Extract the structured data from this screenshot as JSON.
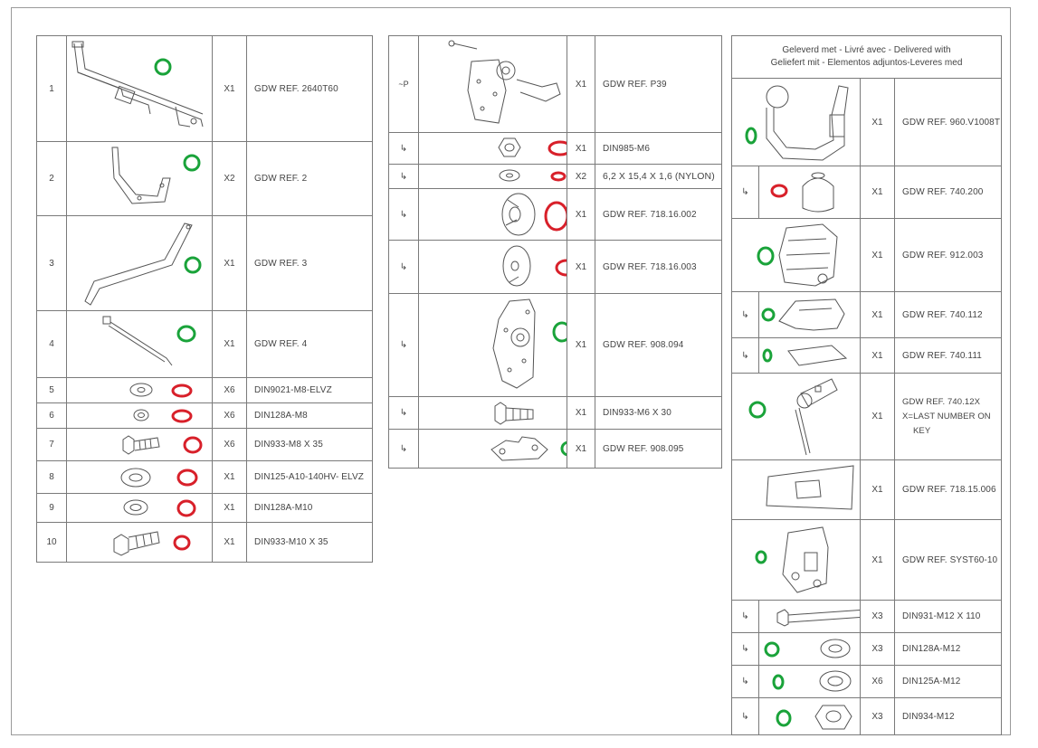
{
  "left_table": [
    {
      "num": "1",
      "qty": "X1",
      "ref": "GDW REF. 2640T60",
      "icon": "tow-bar-crossmember",
      "mark": "green"
    },
    {
      "num": "2",
      "qty": "X2",
      "ref": "GDW REF. 2",
      "icon": "mounting-bracket",
      "mark": "green"
    },
    {
      "num": "3",
      "qty": "X1",
      "ref": "GDW REF. 3",
      "icon": "side-arm-bracket",
      "mark": "green"
    },
    {
      "num": "4",
      "qty": "X1",
      "ref": "GDW REF. 4",
      "icon": "support-strut",
      "mark": "green"
    },
    {
      "num": "5",
      "qty": "X6",
      "ref": "DIN9021-M8-ELVZ",
      "icon": "flat-washer",
      "mark": "red"
    },
    {
      "num": "6",
      "qty": "X6",
      "ref": "DIN128A-M8",
      "icon": "spring-washer",
      "mark": "red"
    },
    {
      "num": "7",
      "qty": "X6",
      "ref": "DIN933-M8 X 35",
      "icon": "hex-bolt",
      "mark": "red"
    },
    {
      "num": "8",
      "qty": "X1",
      "ref": "DIN125-A10-140HV- ELVZ",
      "icon": "flat-washer",
      "mark": "red"
    },
    {
      "num": "9",
      "qty": "X1",
      "ref": "DIN128A-M10",
      "icon": "spring-washer",
      "mark": "red"
    },
    {
      "num": "10",
      "qty": "X1",
      "ref": "DIN933-M10 X 35",
      "icon": "hex-bolt",
      "mark": "red"
    }
  ],
  "middle_table": [
    {
      "num": "~P",
      "qty": "X1",
      "ref": "GDW REF. P39",
      "icon": "socket-plate-assembly",
      "mark": "none"
    },
    {
      "num": "↳",
      "qty": "X1",
      "ref": "DIN985-M6",
      "icon": "lock-nut",
      "mark": "red"
    },
    {
      "num": "↳",
      "qty": "X2",
      "ref": "6,2 X 15,4 X 1,6 (NYLON)",
      "icon": "nylon-washer",
      "mark": "red"
    },
    {
      "num": "↳",
      "qty": "X1",
      "ref": "GDW REF. 718.16.002",
      "icon": "round-cover-plate",
      "mark": "red"
    },
    {
      "num": "↳",
      "qty": "X1",
      "ref": "GDW REF. 718.16.003",
      "icon": "round-disc",
      "mark": "red"
    },
    {
      "num": "↳",
      "qty": "X1",
      "ref": "GDW REF. 908.094",
      "icon": "socket-mounting-plate",
      "mark": "green"
    },
    {
      "num": "↳",
      "qty": "X1",
      "ref": "DIN933-M6 X 30",
      "icon": "hex-bolt",
      "mark": "none"
    },
    {
      "num": "↳",
      "qty": "X1",
      "ref": "GDW REF. 908.095",
      "icon": "angle-bracket",
      "mark": "green"
    }
  ],
  "right_header": {
    "line1": "Geleverd met - Livré avec - Delivered with",
    "line2": "Geliefert mit - Elementos adjuntos-Leveres med"
  },
  "right_table": [
    {
      "num": "",
      "qty": "X1",
      "ref": "GDW REF. 960.V1008T",
      "icon": "tow-ball-neck",
      "mark": "green"
    },
    {
      "num": "↳",
      "qty": "X1",
      "ref": "GDW REF. 740.200",
      "icon": "ball-cap",
      "mark": "red"
    },
    {
      "num": "",
      "qty": "X1",
      "ref": "GDW REF. 912.003",
      "icon": "lock-mechanism",
      "mark": "green"
    },
    {
      "num": "↳",
      "qty": "X1",
      "ref": "GDW REF. 740.112",
      "icon": "lock-cover",
      "mark": "green"
    },
    {
      "num": "↳",
      "qty": "X1",
      "ref": "GDW REF. 740.111",
      "icon": "cover-plate",
      "mark": "green"
    },
    {
      "num": "",
      "qty": "X1",
      "ref": "GDW REF. 740.12X",
      "ref2": "X=LAST NUMBER ON",
      "ref3": "KEY",
      "icon": "key",
      "mark": "green"
    },
    {
      "num": "",
      "qty": "X1",
      "ref": "GDW REF. 718.15.006",
      "icon": "instruction-bag",
      "mark": "none"
    },
    {
      "num": "",
      "qty": "X1",
      "ref": "GDW REF. SYST60-10",
      "icon": "release-housing",
      "mark": "green"
    },
    {
      "num": "↳",
      "qty": "X3",
      "ref": "DIN931-M12 X 110",
      "icon": "long-bolt",
      "mark": "none"
    },
    {
      "num": "↳",
      "qty": "X3",
      "ref": "DIN128A-M12",
      "icon": "spring-washer",
      "mark": "green"
    },
    {
      "num": "↳",
      "qty": "X6",
      "ref": "DIN125A-M12",
      "icon": "flat-washer",
      "mark": "green"
    },
    {
      "num": "↳",
      "qty": "X3",
      "ref": "DIN934-M12",
      "icon": "hex-nut",
      "mark": "green"
    }
  ],
  "watermark": "",
  "colors": {
    "green_mark": "#1aa33a",
    "red_mark": "#d8202a",
    "border": "#7a7a7a",
    "drawing": "#555555"
  }
}
